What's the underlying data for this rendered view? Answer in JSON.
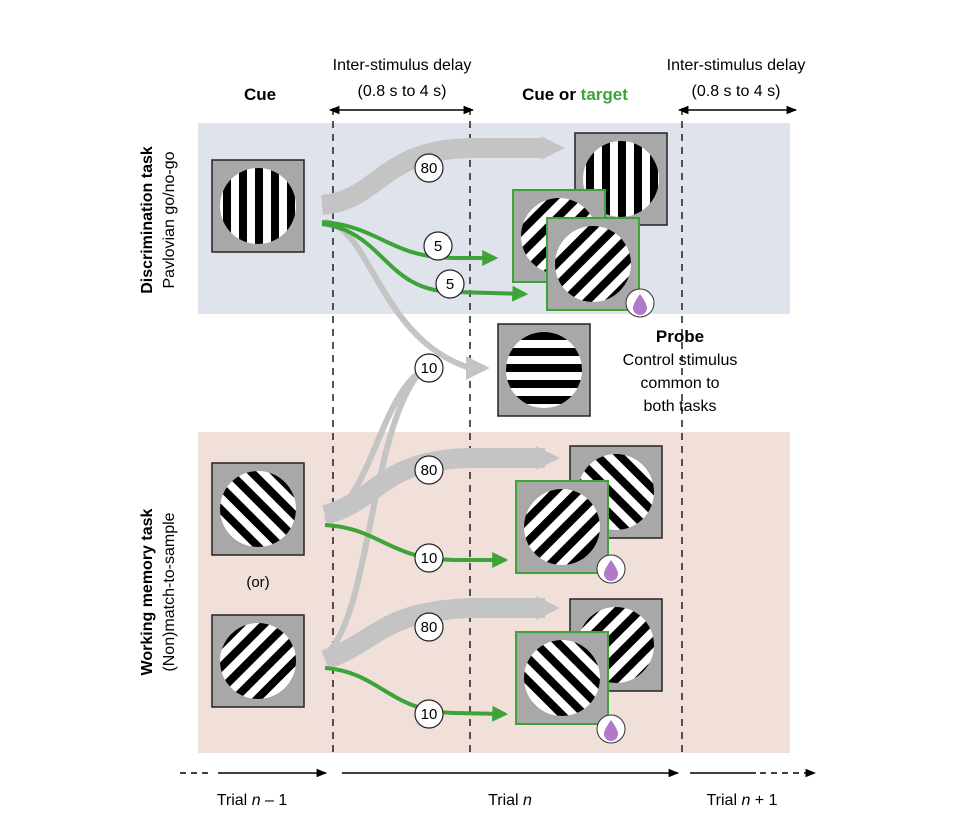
{
  "header": {
    "cue": "Cue",
    "delay1_line1": "Inter-stimulus delay",
    "delay1_line2": "(0.8 s to 4 s)",
    "cue_or": "Cue or ",
    "target": "target",
    "delay2_line1": "Inter-stimulus delay",
    "delay2_line2": "(0.8 s to 4 s)"
  },
  "tasks": {
    "discrimination_title": "Discrimination task",
    "discrimination_subtitle": "Pavlovian go/no-go",
    "wm_title": "Working memory task",
    "wm_subtitle": "(Non)match-to-sample"
  },
  "probe": {
    "title": "Probe",
    "line1": "Control stimulus",
    "line2": "common to",
    "line3": "both tasks"
  },
  "or_label": "(or)",
  "percentages": {
    "disc_80": "80",
    "disc_5a": "5",
    "disc_5b": "5",
    "probe_10": "10",
    "wm1_80": "80",
    "wm1_10": "10",
    "wm2_80": "80",
    "wm2_10": "10"
  },
  "timeline": {
    "prev": "Trial ",
    "prev_n": "n",
    "prev_suffix": " – 1",
    "curr": "Trial ",
    "curr_n": "n",
    "next": "Trial ",
    "next_n": "n",
    "next_suffix": " + 1"
  },
  "colors": {
    "disc_bg": "#dfe3ec",
    "wm_bg": "#f1dfda",
    "green": "#3ea339",
    "gray_flow": "#c4c4c4",
    "drop": "#b07ac9"
  }
}
